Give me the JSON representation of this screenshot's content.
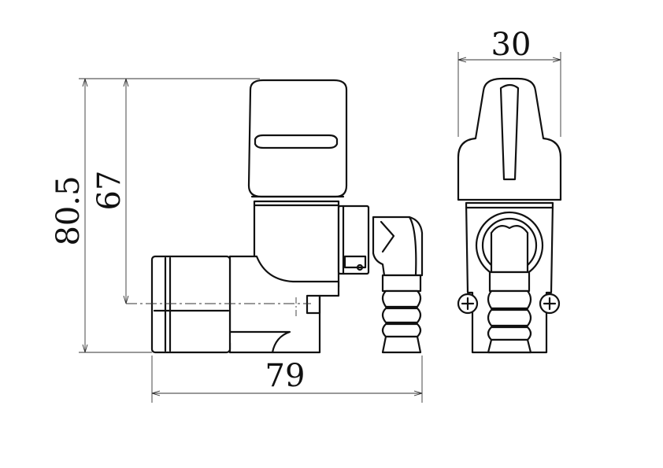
{
  "dimensions": {
    "overall_height": "80.5",
    "outlet_height": "67",
    "overall_length": "79",
    "width": "30"
  },
  "views": [
    "front-view",
    "side-view"
  ]
}
